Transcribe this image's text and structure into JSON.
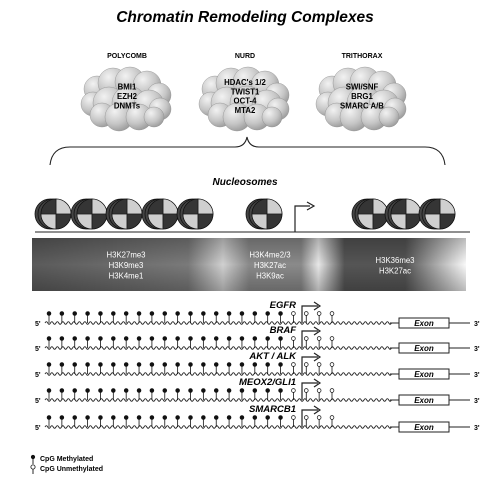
{
  "title": "Chromatin Remodeling Complexes",
  "complexes": [
    {
      "name": "POLYCOMB",
      "members": [
        "BMI1",
        "EZH2",
        "DNMTs"
      ]
    },
    {
      "name": "NURD",
      "members": [
        "HDAC's 1/2",
        "TWIST1",
        "OCT-4",
        "MTA2"
      ]
    },
    {
      "name": "TRITHORAX",
      "members": [
        "SWI/SNF",
        "BRG1",
        "SMARC A/B"
      ]
    }
  ],
  "nucleosomes_label": "Nucleosomes",
  "histone_marks": [
    [
      "H3K27me3",
      "H3K9me3",
      "H3K4me1"
    ],
    [
      "H3K4me2/3",
      "H3K27ac",
      "H3K9ac"
    ],
    [
      "H3K36me3",
      "H3K27ac"
    ]
  ],
  "genes": [
    {
      "name": "EGFR",
      "methylated": [
        true,
        true,
        true,
        true,
        true,
        true,
        true,
        true,
        true,
        true,
        true,
        true,
        true,
        true,
        true,
        true,
        true,
        true,
        true,
        false,
        false,
        false,
        false
      ]
    },
    {
      "name": "BRAF",
      "methylated": [
        true,
        true,
        true,
        true,
        true,
        true,
        true,
        true,
        true,
        true,
        true,
        true,
        true,
        true,
        true,
        true,
        true,
        true,
        true,
        false,
        false,
        false,
        false
      ]
    },
    {
      "name": "AKT / ALK",
      "methylated": [
        true,
        true,
        true,
        true,
        true,
        true,
        true,
        true,
        true,
        true,
        true,
        true,
        true,
        true,
        true,
        true,
        true,
        true,
        true,
        false,
        false,
        false,
        false
      ]
    },
    {
      "name": "MEOX2/GLI1",
      "methylated": [
        true,
        true,
        true,
        true,
        true,
        true,
        true,
        true,
        true,
        true,
        true,
        true,
        true,
        true,
        true,
        true,
        true,
        true,
        true,
        false,
        false,
        false,
        false
      ]
    },
    {
      "name": "SMARCB1",
      "methylated": [
        true,
        true,
        true,
        true,
        true,
        true,
        true,
        true,
        true,
        true,
        true,
        true,
        true,
        true,
        true,
        true,
        true,
        true,
        true,
        false,
        false,
        false,
        false
      ]
    }
  ],
  "exon_label": "Exon",
  "five_prime": "5'",
  "three_prime": "3'",
  "legend": {
    "methylated": "CpG Methylated",
    "unmethylated": "CpG Unmethylated"
  }
}
